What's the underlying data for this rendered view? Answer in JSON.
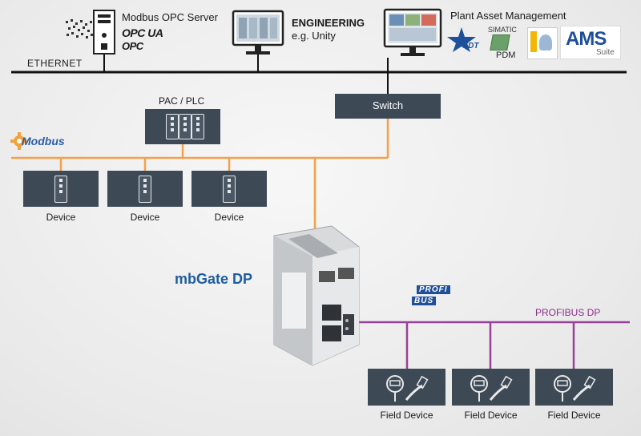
{
  "top": {
    "server_label": "Modbus OPC Server",
    "opc_ua_logo": "OPC UA",
    "opc_logo": "OPC",
    "engineering_title": "ENGINEERING",
    "engineering_sub": "e.g. Unity",
    "pam_label": "Plant Asset Management",
    "fdt_logo": "FDT",
    "simatic_logo": "SIMATIC",
    "pdm_logo": "PDM",
    "ams_logo": "AMS",
    "ams_sub": "Suite"
  },
  "network": {
    "ethernet_label": "ETHERNET",
    "switch_label": "Switch",
    "plc_label": "PAC / PLC",
    "modbus_label": "Modbus",
    "profibus_label": "PROFIBUS DP",
    "profibus_logo_top": "PROFI",
    "profibus_logo_bottom": "BUS"
  },
  "gateway": {
    "name": "mbGate DP"
  },
  "devices": [
    {
      "label": "Device"
    },
    {
      "label": "Device"
    },
    {
      "label": "Device"
    }
  ],
  "field_devices": [
    {
      "label": "Field Device"
    },
    {
      "label": "Field Device"
    },
    {
      "label": "Field Device"
    }
  ],
  "colors": {
    "ethernet": "#111111",
    "modbus_line": "#f5a04a",
    "profibus_line": "#9a3f9a",
    "box": "#3d4a56",
    "gateway_title": "#1f5d9e"
  }
}
